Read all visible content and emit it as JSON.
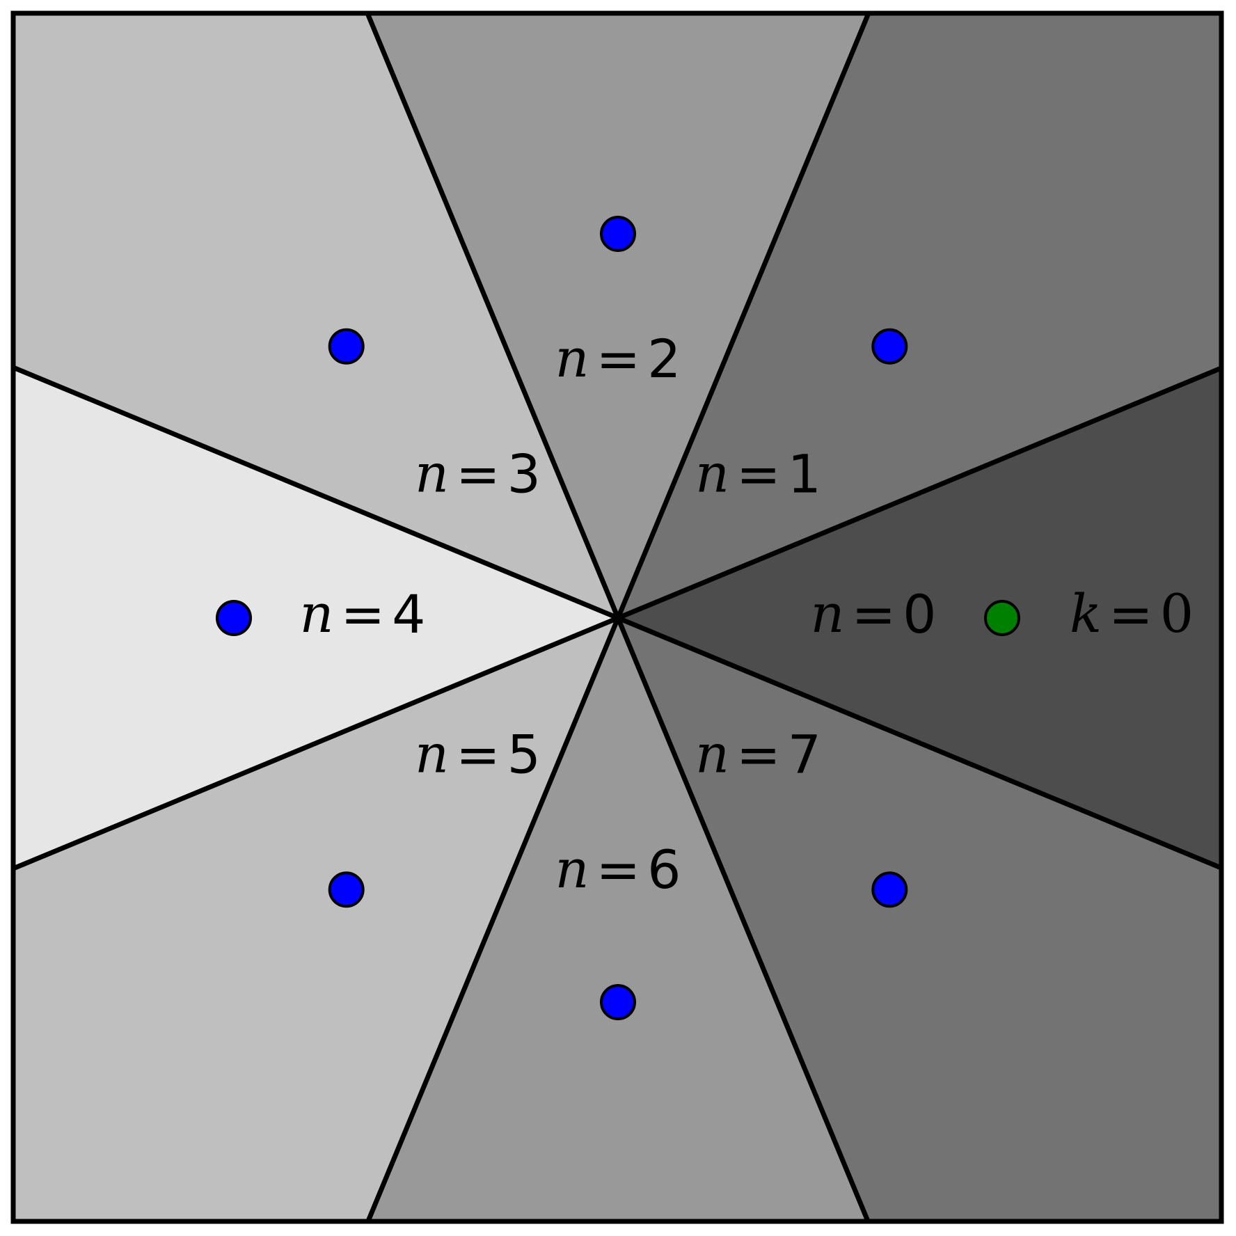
{
  "diagram": {
    "sectors": [
      {
        "n": "0",
        "fill": "#4d4d4d",
        "marker_color": "#008000"
      },
      {
        "n": "1",
        "fill": "#737373",
        "marker_color": "#0000ff"
      },
      {
        "n": "2",
        "fill": "#999999",
        "marker_color": "#0000ff"
      },
      {
        "n": "3",
        "fill": "#bfbfbf",
        "marker_color": "#0000ff"
      },
      {
        "n": "4",
        "fill": "#e6e6e6",
        "marker_color": "#0000ff"
      },
      {
        "n": "5",
        "fill": "#bfbfbf",
        "marker_color": "#0000ff"
      },
      {
        "n": "6",
        "fill": "#999999",
        "marker_color": "#0000ff"
      },
      {
        "n": "7",
        "fill": "#737373",
        "marker_color": "#0000ff"
      }
    ],
    "sector_label_var": "n",
    "eq_sign": "=",
    "extra_label": {
      "var": "k",
      "value": "0"
    },
    "colors": {
      "line": "#000000",
      "background": "#ffffff"
    }
  }
}
